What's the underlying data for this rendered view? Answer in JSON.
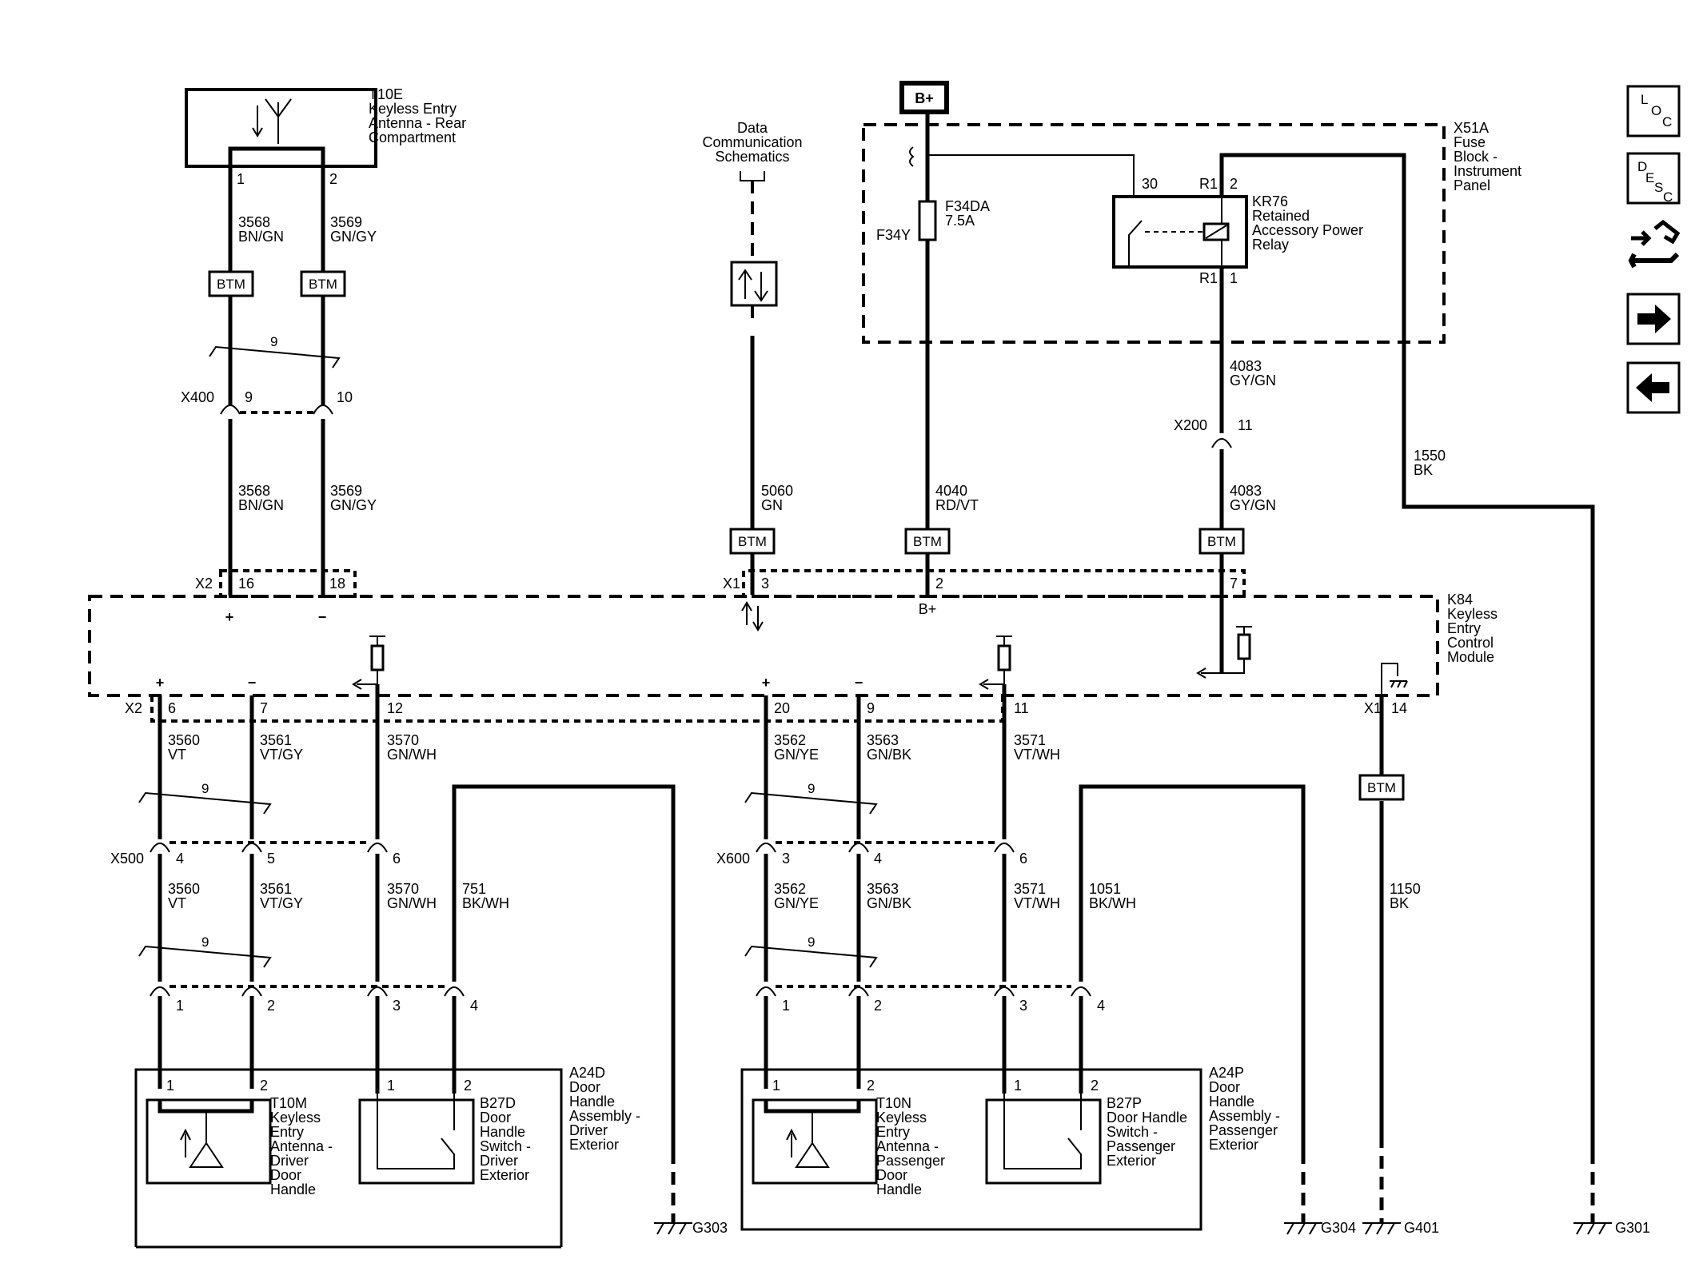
{
  "nav": {
    "loc": [
      "L",
      "O",
      "C"
    ],
    "desc": [
      "D",
      "E",
      "S",
      "C"
    ],
    "icons": [
      "loc-button-icon",
      "desc-button-icon",
      "connector-view-icon",
      "next-page-arrow-icon",
      "previous-page-arrow-icon"
    ]
  },
  "labels": {
    "t10e": [
      "T10E",
      "Keyless Entry",
      "Antenna - Rear",
      "Compartment"
    ],
    "pin1": "1",
    "pin2": "2",
    "w3568": "3568",
    "c_bngn": "BN/GN",
    "w3569": "3569",
    "c_gngy": "GN/GY",
    "btm": "BTM",
    "nine": "9",
    "x400": "X400",
    "p9": "9",
    "p10": "10",
    "dcs": [
      "Data",
      "Communication",
      "Schematics"
    ],
    "bplus": "B+",
    "x51a": [
      "X51A",
      "Fuse",
      "Block -",
      "Instrument",
      "Panel"
    ],
    "f34da": [
      "F34DA",
      "7.5A"
    ],
    "f34y": "F34Y",
    "kr76": [
      "KR76",
      "Retained",
      "Accessory Power",
      "Relay"
    ],
    "p30": "30",
    "r1a": "R1",
    "p2": "2",
    "r1b": "R1",
    "p1": "1",
    "w4083": "4083",
    "c_gygn": "GY/GN",
    "x200": "X200",
    "p11": "11",
    "w1550": "1550",
    "c_bk": "BK",
    "w5060": "5060",
    "c_gn": "GN",
    "w4040": "4040",
    "c_rdvt": "RD/VT",
    "x2": "X2",
    "p16": "16",
    "p18": "18",
    "x1": "X1",
    "p3": "3",
    "p7": "7",
    "plus": "+",
    "minus": "−",
    "k84": [
      "K84",
      "Keyless",
      "Entry",
      "Control",
      "Module"
    ],
    "p6": "6",
    "p12": "12",
    "p20": "20",
    "p14": "14",
    "w3560": "3560",
    "c_vt": "VT",
    "w3561": "3561",
    "c_vtgy": "VT/GY",
    "w3570": "3570",
    "c_gnwh": "GN/WH",
    "w3562": "3562",
    "c_gnye": "GN/YE",
    "w3563": "3563",
    "c_gnbk": "GN/BK",
    "w3571": "3571",
    "c_vtwh": "VT/WH",
    "x500": "X500",
    "p4": "4",
    "p5": "5",
    "x600": "X600",
    "w751": "751",
    "c_bkwh": "BK/WH",
    "w1051": "1051",
    "w1150": "1150",
    "a24d": [
      "A24D",
      "Door",
      "Handle",
      "Assembly -",
      "Driver",
      "Exterior"
    ],
    "t10m": [
      "T10M",
      "Keyless",
      "Entry",
      "Antenna -",
      "Driver",
      "Door",
      "Handle"
    ],
    "b27d": [
      "B27D",
      "Door",
      "Handle",
      "Switch -",
      "Driver",
      "Exterior"
    ],
    "a24p": [
      "A24P",
      "Door",
      "Handle",
      "Assembly -",
      "Passenger",
      "Exterior"
    ],
    "t10n": [
      "T10N",
      "Keyless",
      "Entry",
      "Antenna -",
      "Passenger",
      "Door",
      "Handle"
    ],
    "b27p": [
      "B27P",
      "Door Handle",
      "Switch -",
      "Passenger",
      "Exterior"
    ],
    "g303": "G303",
    "g304": "G304",
    "g401": "G401",
    "g301": "G301"
  }
}
